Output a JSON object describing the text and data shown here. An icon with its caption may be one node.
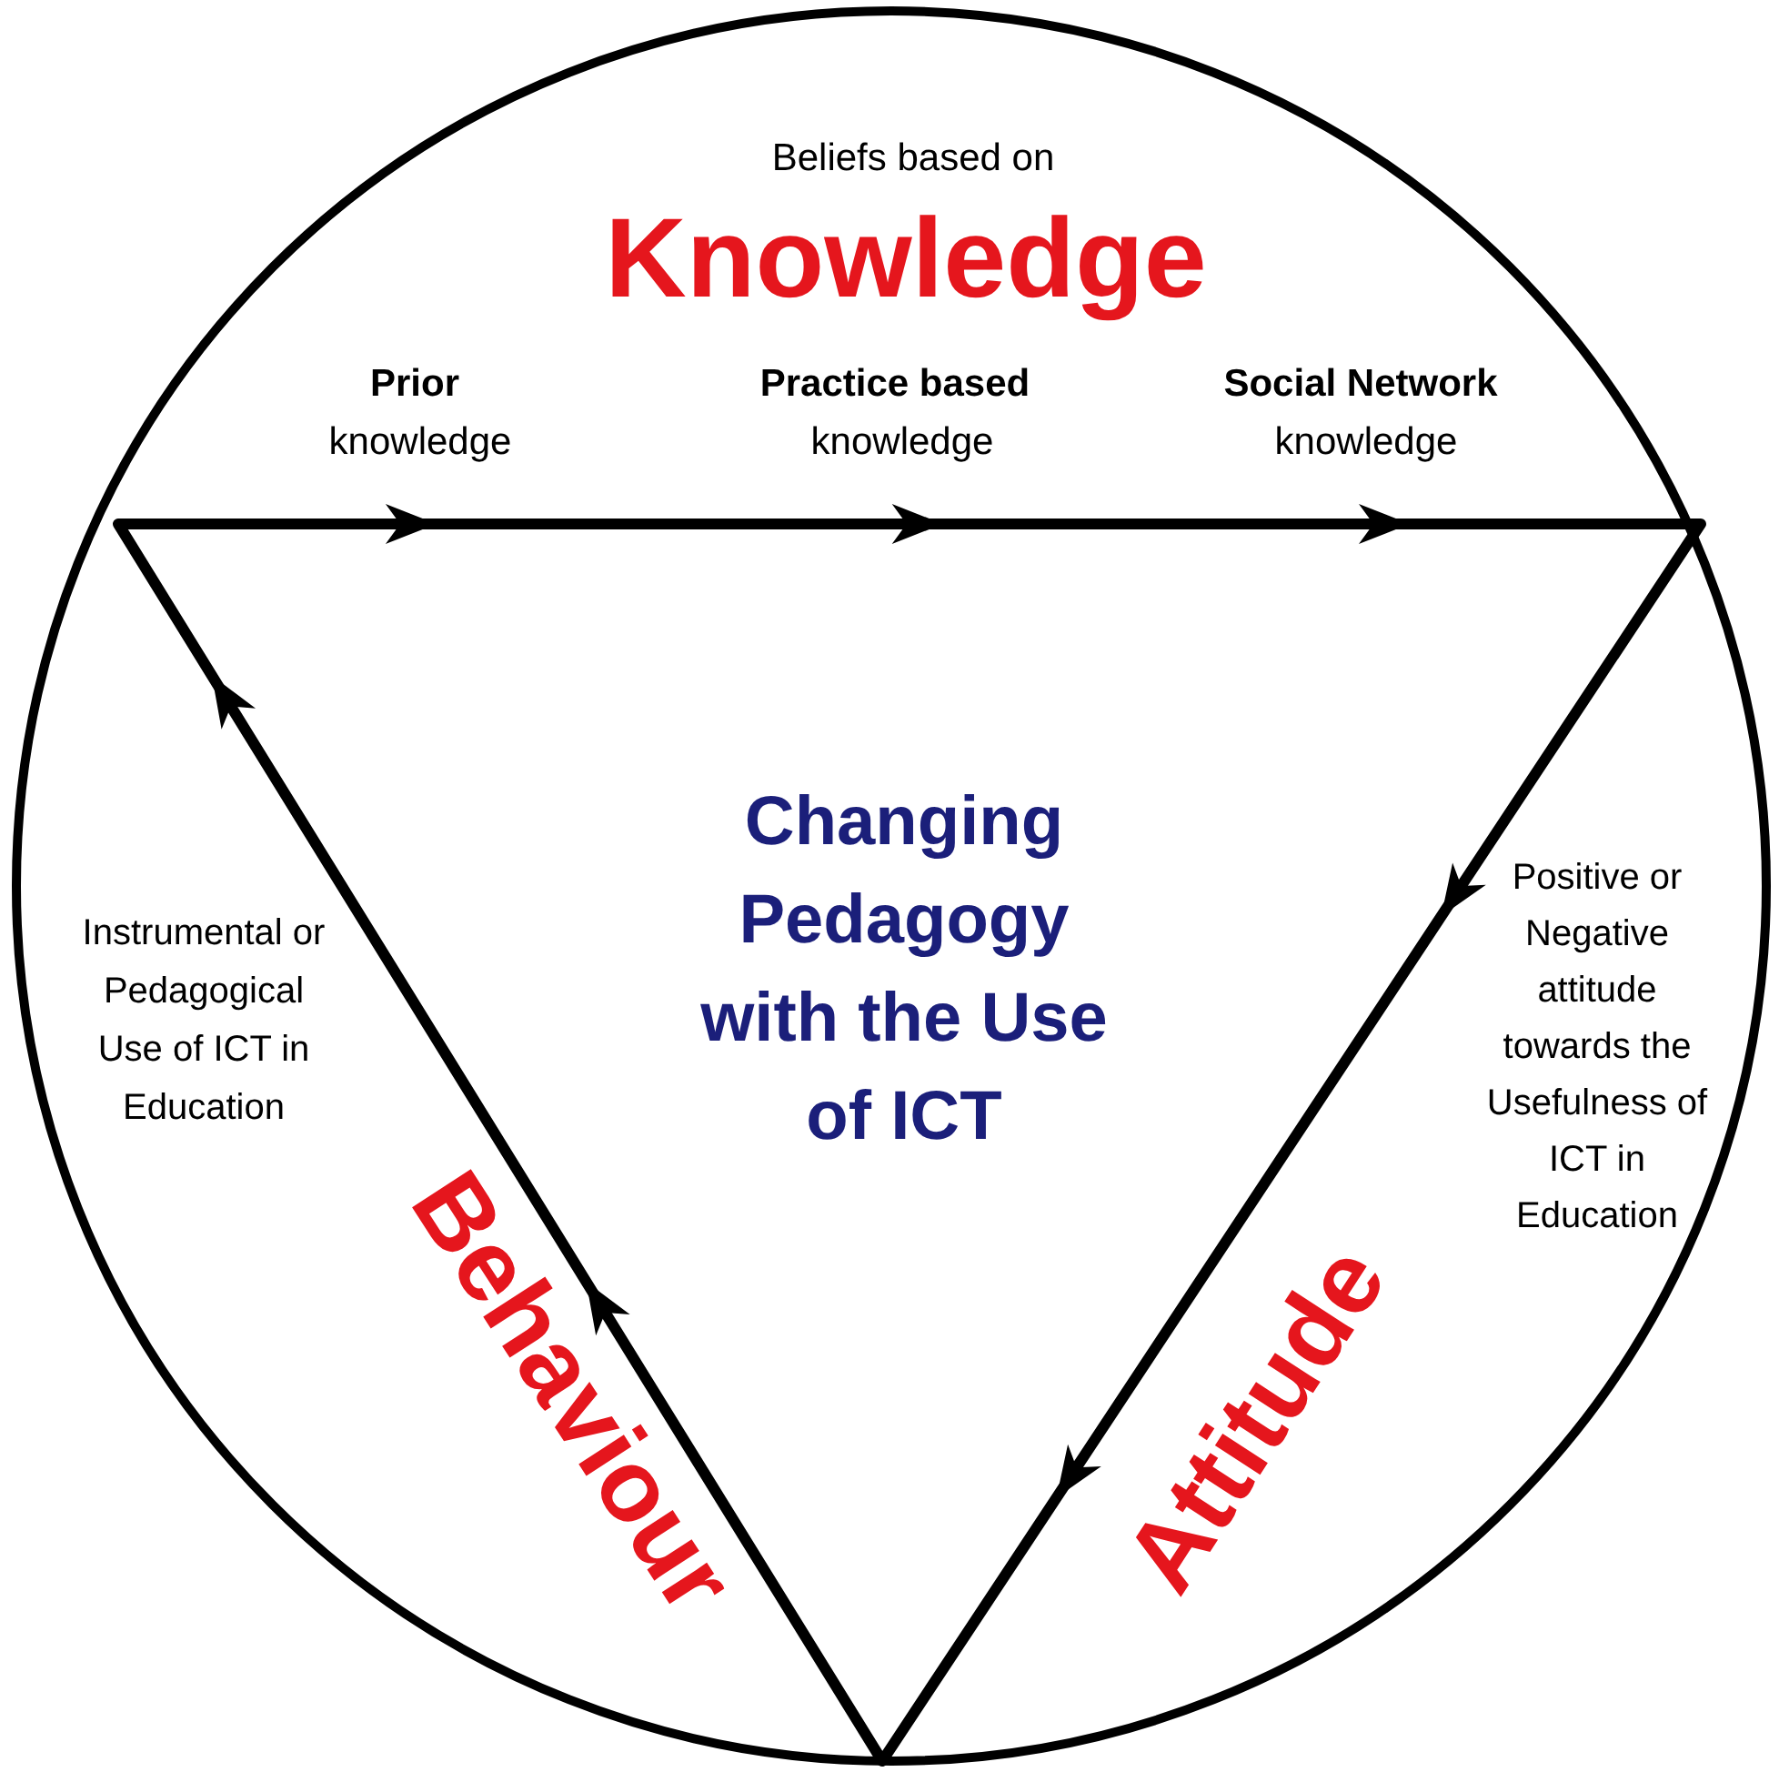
{
  "diagram": {
    "labels": [
      "Beliefs based on",
      "Knowledge",
      "Prior",
      "knowledge",
      "Practice based",
      "knowledge",
      "Social Network",
      "knowledge",
      "Changing Pedagogy with the Use of ICT",
      "Instrumental or Pedagogical Use of ICT in Education",
      "Positive or Negative attitude towards the Usefulness of ICT in Education",
      "Behaviour",
      "Attitude"
    ]
  }
}
